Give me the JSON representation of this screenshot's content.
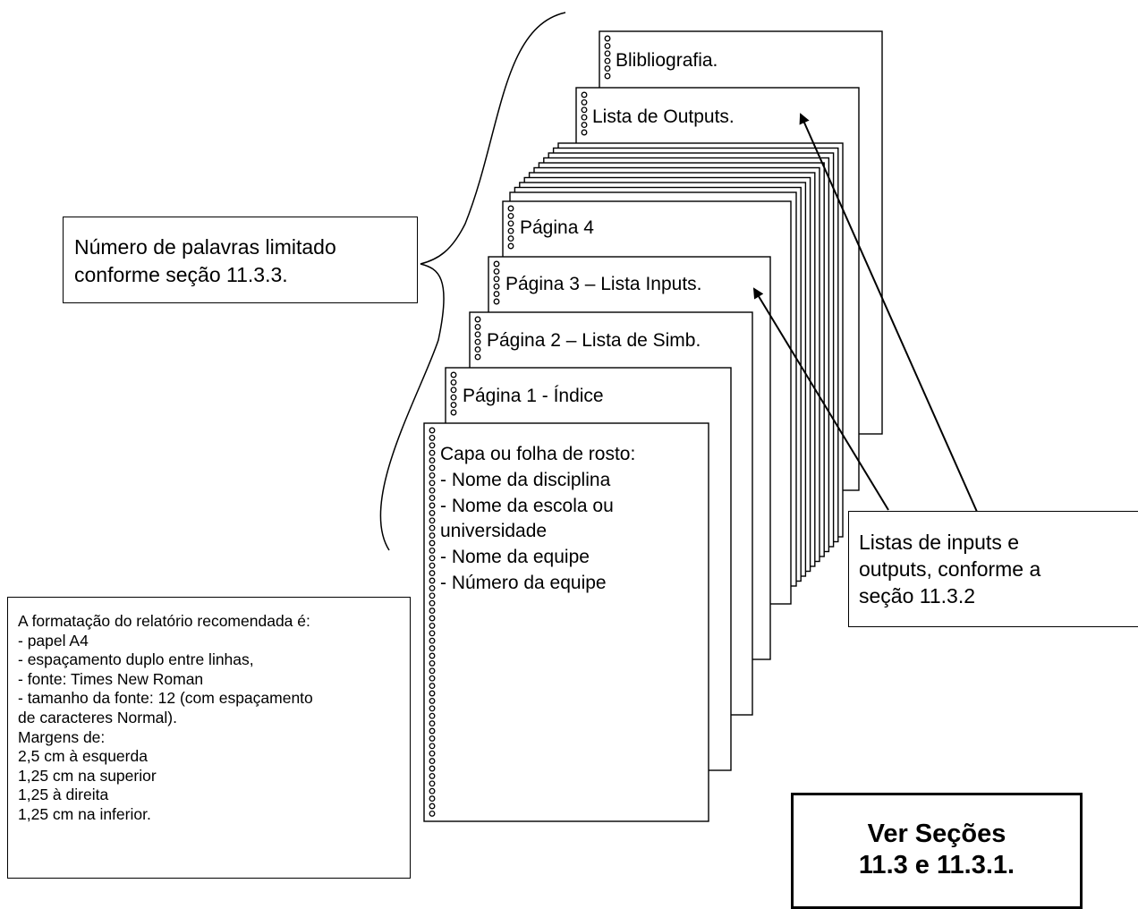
{
  "pages": {
    "bibliografia": "Blibliografia.",
    "outputs": "Lista de Outputs.",
    "page4": "Página 4",
    "page3": "Página 3 – Lista Inputs.",
    "page2": "Página 2 – Lista de Simb.",
    "page1": "Página 1 - Índice",
    "cover": [
      "Capa ou folha de rosto:",
      "- Nome da disciplina",
      "- Nome da escola ou",
      "universidade",
      "- Nome da equipe",
      "- Número da equipe"
    ]
  },
  "callouts": {
    "word_limit": [
      "Número de palavras limitado",
      "conforme seção 11.3.3."
    ],
    "lists": [
      "Listas de inputs e",
      "outputs, conforme a",
      "seção 11.3.2"
    ],
    "formatting": [
      "A formatação do relatório recomendada é:",
      "- papel A4",
      "- espaçamento duplo entre linhas,",
      "- fonte: Times New Roman",
      "- tamanho da fonte: 12 (com espaçamento",
      "de caracteres Normal).",
      "Margens de:",
      "2,5 cm à esquerda",
      "1,25 cm na superior",
      "1,25 à direita",
      "1,25 cm na inferior."
    ],
    "sections": [
      "Ver Seções",
      "11.3 e 11.3.1."
    ]
  }
}
